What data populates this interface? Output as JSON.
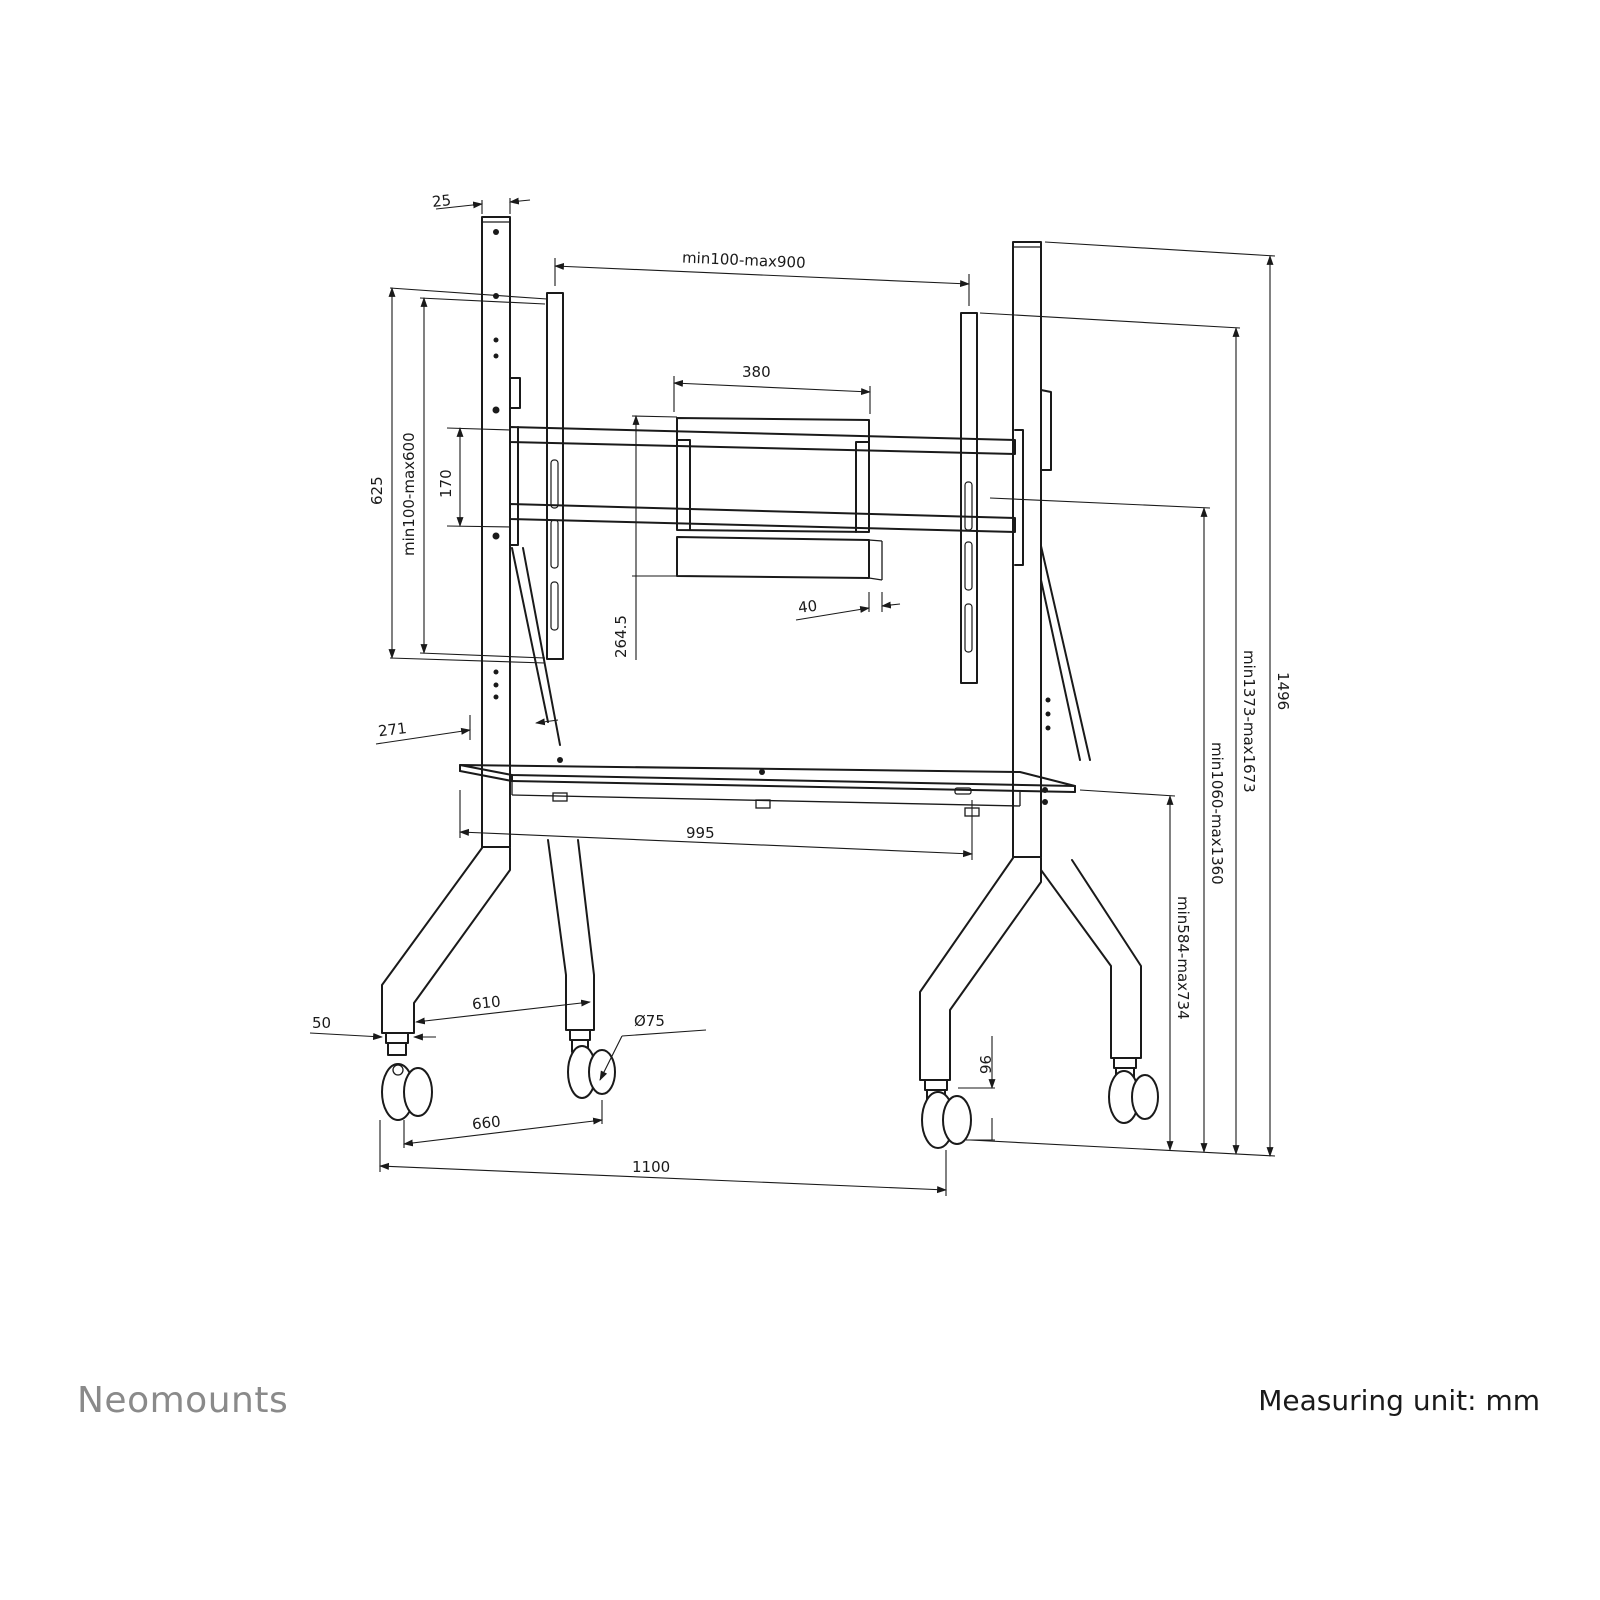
{
  "brand": "Neomounts",
  "unit_note": "Measuring unit: mm",
  "dims": {
    "d25": "25",
    "d100_900": "min100-max900",
    "d380": "380",
    "d625": "625",
    "d100_600": "min100-max600",
    "d170": "170",
    "d264": "264.5",
    "d40": "40",
    "d271": "271",
    "d995": "995",
    "d610": "610",
    "d50": "50",
    "d75": "Ø75",
    "d96": "96",
    "d660": "660",
    "d1100": "1100",
    "d584_734": "min584-max734",
    "d1060_1360": "min1060-max1360",
    "d1373_1673": "min1373-max1673",
    "d1496": "1496"
  },
  "colors": {
    "line": "#1a1a1a",
    "brand": "#8a8a8a"
  }
}
